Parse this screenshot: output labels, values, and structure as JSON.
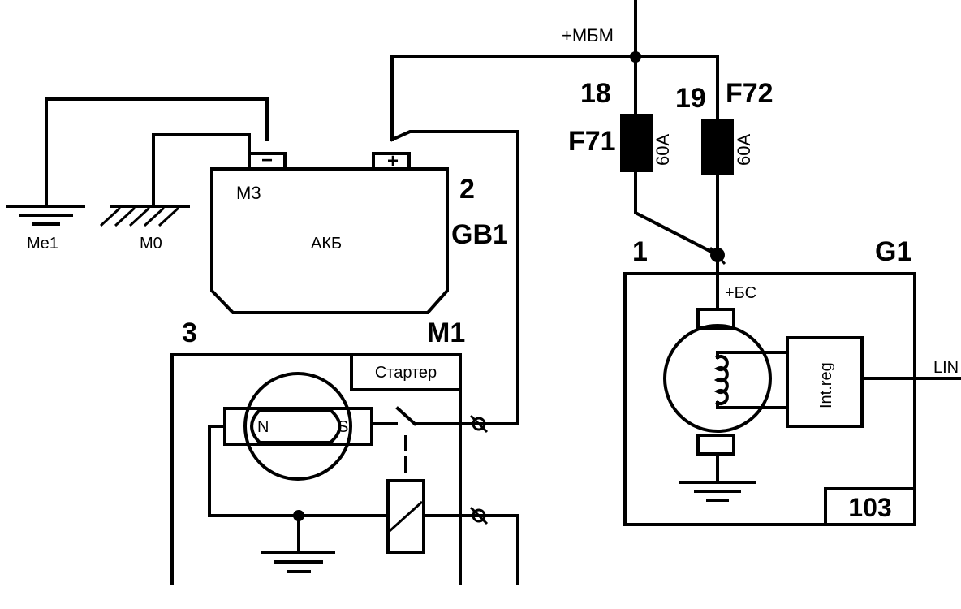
{
  "labels": {
    "mbm": "+МБМ",
    "bs": "+БС",
    "me1": "Me1",
    "m0": "M0",
    "m3": "M3",
    "akb": "АКБ",
    "gb1_num": "2",
    "gb1": "GB1",
    "m1_num": "3",
    "m1": "M1",
    "starter": "Стартер",
    "motor_n": "N",
    "motor_s": "S",
    "f71_num": "18",
    "f71": "F71",
    "f71_rating": "60A",
    "f72_num": "19",
    "f72": "F72",
    "f72_rating": "60A",
    "g1_num": "1",
    "g1": "G1",
    "int_reg": "Int.reg",
    "lin": "LIN",
    "box_103": "103",
    "minus": "−",
    "plus": "+"
  }
}
